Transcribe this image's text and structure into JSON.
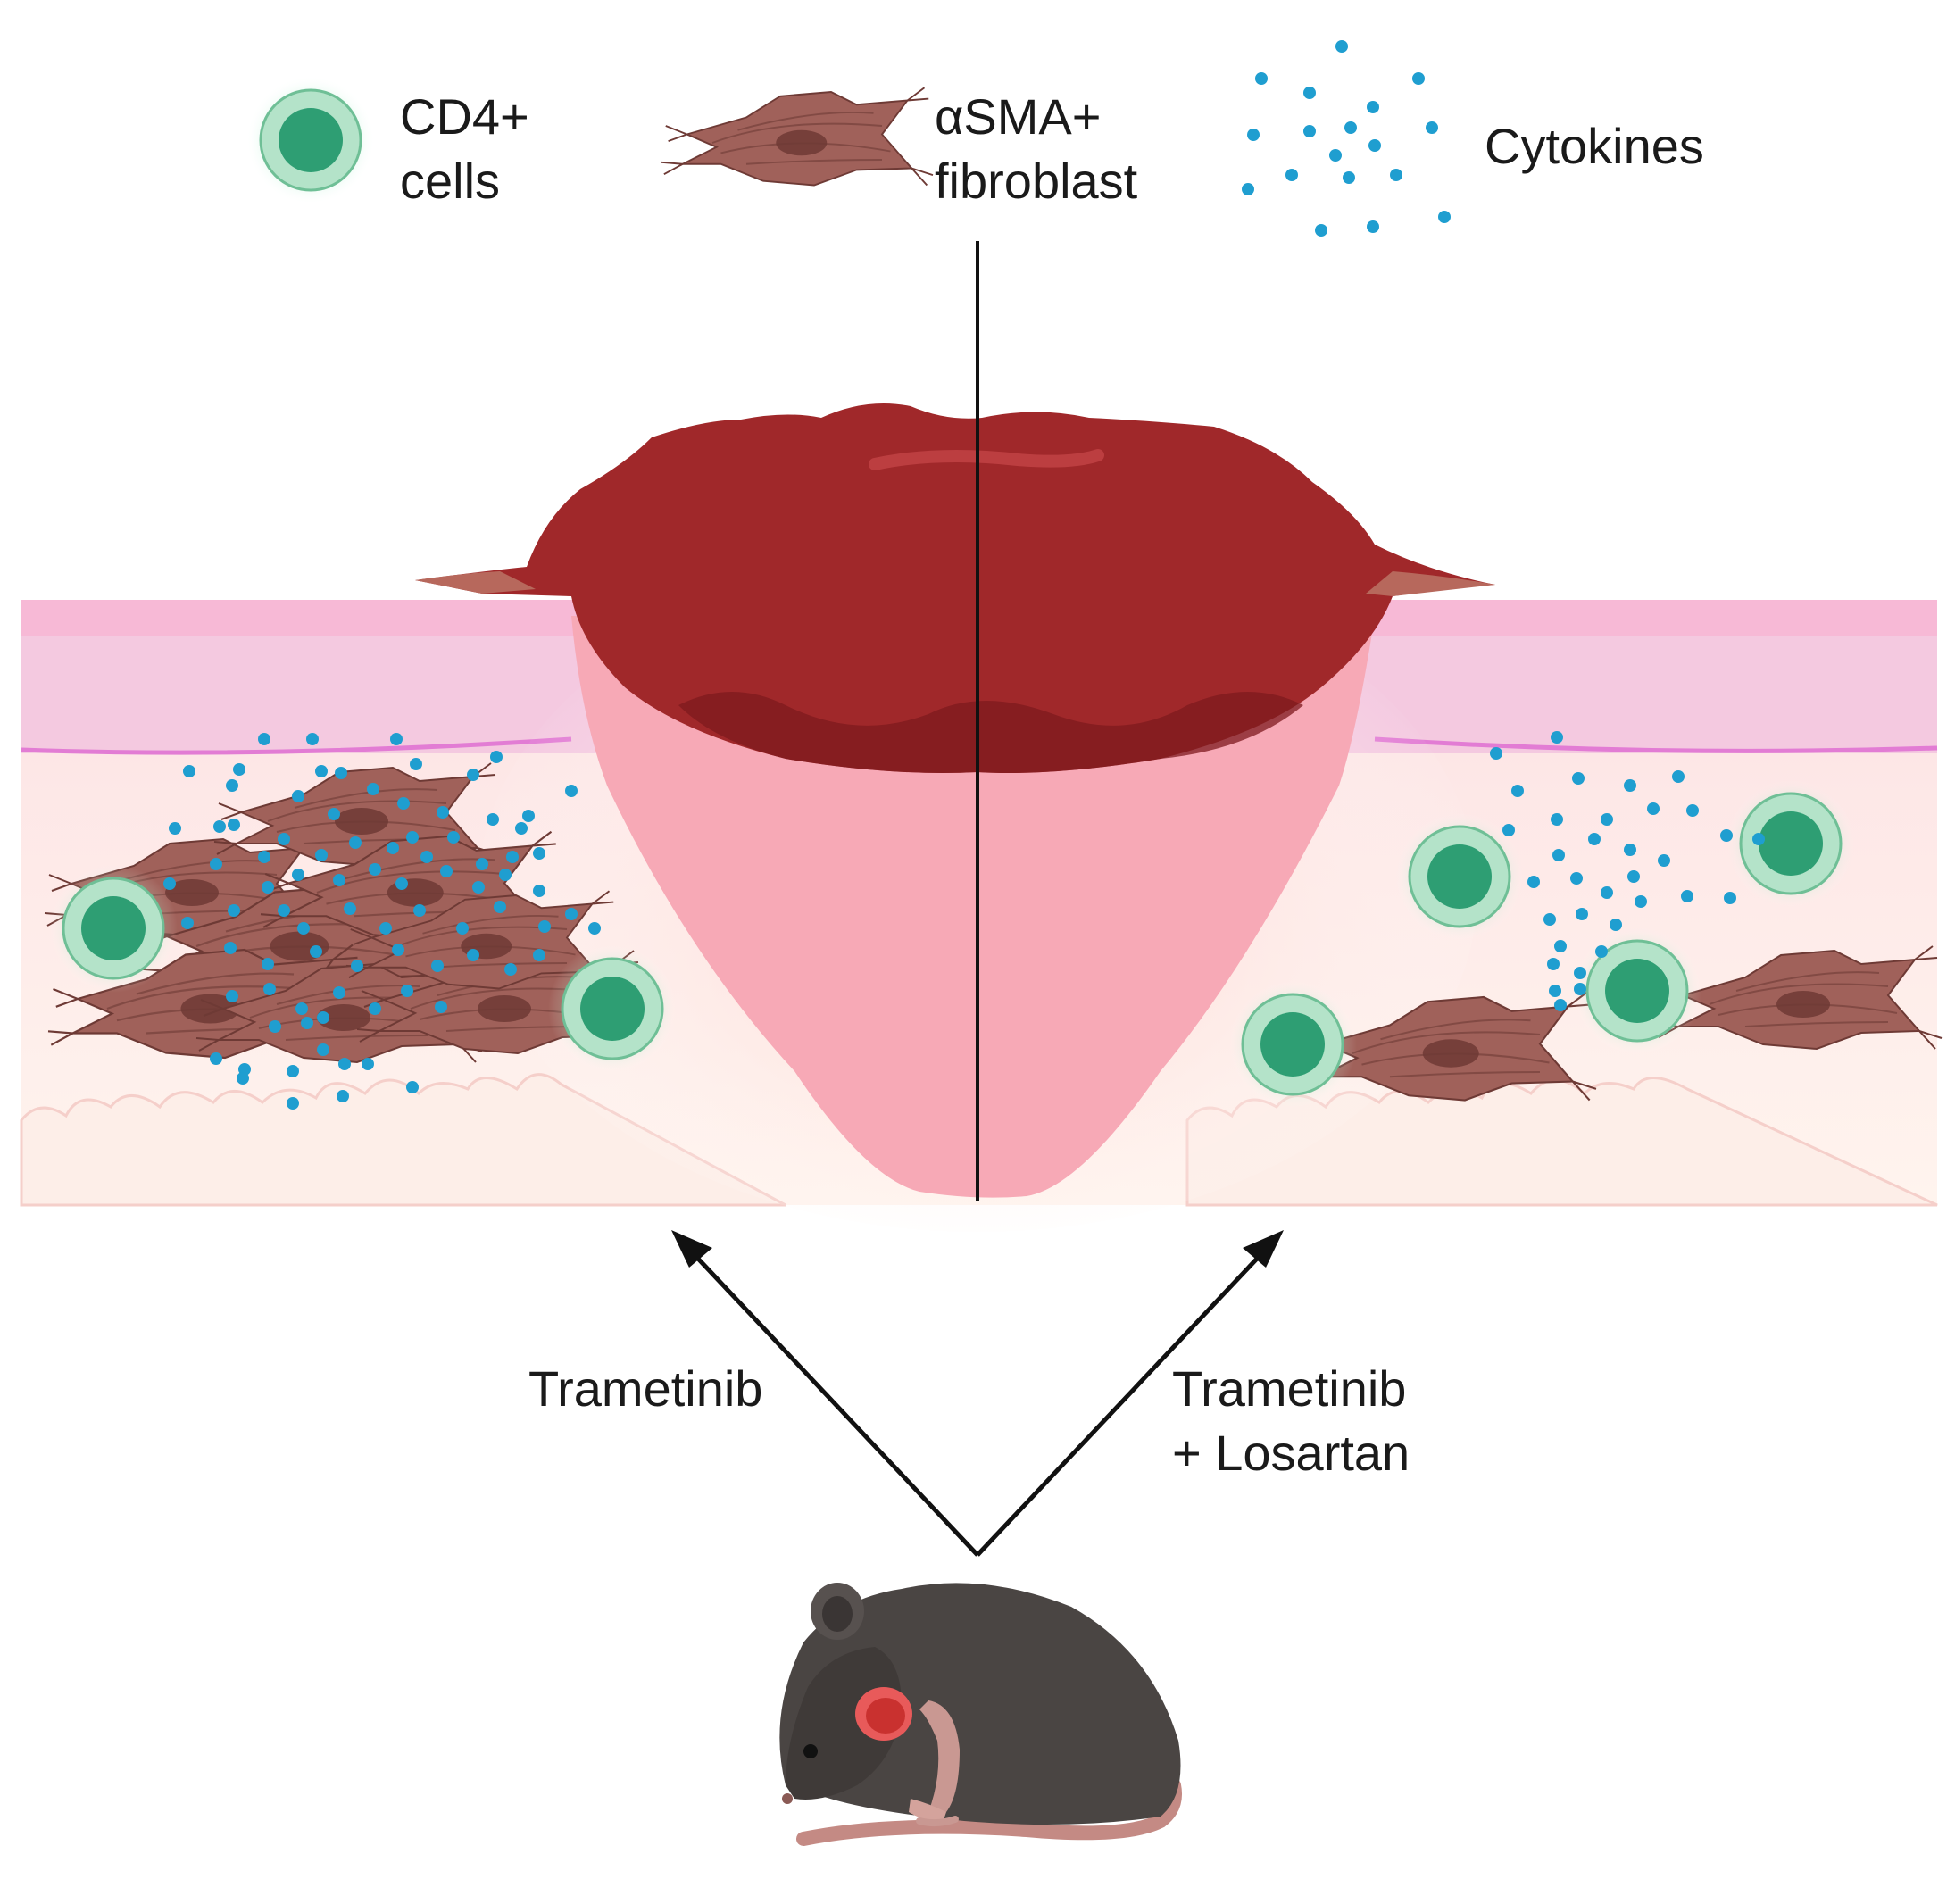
{
  "legend": {
    "cd4_line1": "CD4+",
    "cd4_line2": "cells",
    "fibro_line1": "αSMA+",
    "fibro_line2": "fibroblast",
    "cytokines": "Cytokines"
  },
  "treatments": {
    "left": "Trametinib",
    "right_line1": "Trametinib",
    "right_line2": "+ Losartan"
  },
  "colors": {
    "cd4_cell": "#2e9e73",
    "cd4_halo": "#8fd4b0",
    "fibroblast": "#9a5a50",
    "cytokine": "#1f9ed0",
    "scab": "#a0282a",
    "wound_bed": "#f7a9b6",
    "epidermis": "#f7c6dc",
    "dermis": "#fde3e3",
    "mouse": "#4a4543"
  }
}
